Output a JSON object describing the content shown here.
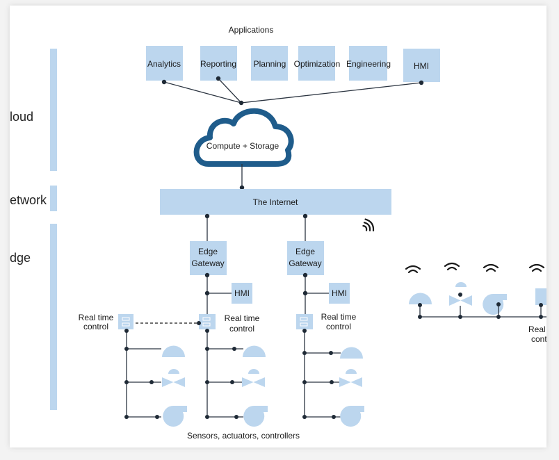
{
  "layers": {
    "cloud": "loud",
    "network": "etwork",
    "edge": "dge"
  },
  "colors": {
    "box": "#bcd6ee",
    "accent": "#1f5c8b"
  },
  "applications": {
    "title": "Applications",
    "items": [
      "Analytics",
      "Reporting",
      "Planning",
      "Optimization",
      "Engineering",
      "HMI"
    ]
  },
  "cloud": {
    "label": "Compute + Storage"
  },
  "internet": {
    "label": "The Internet"
  },
  "gateways": [
    {
      "line1": "Edge",
      "line2": "Gateway",
      "hmi": "HMI"
    },
    {
      "line1": "Edge",
      "line2": "Gateway",
      "hmi": "HMI"
    }
  ],
  "realtime": [
    {
      "line1": "Real time",
      "line2": "control"
    },
    {
      "line1": "Real time",
      "line2": "control"
    },
    {
      "line1": "Real time",
      "line2": "control"
    },
    {
      "line1": "Real",
      "line2": "cont"
    }
  ],
  "footer": "Sensors, actuators, controllers"
}
